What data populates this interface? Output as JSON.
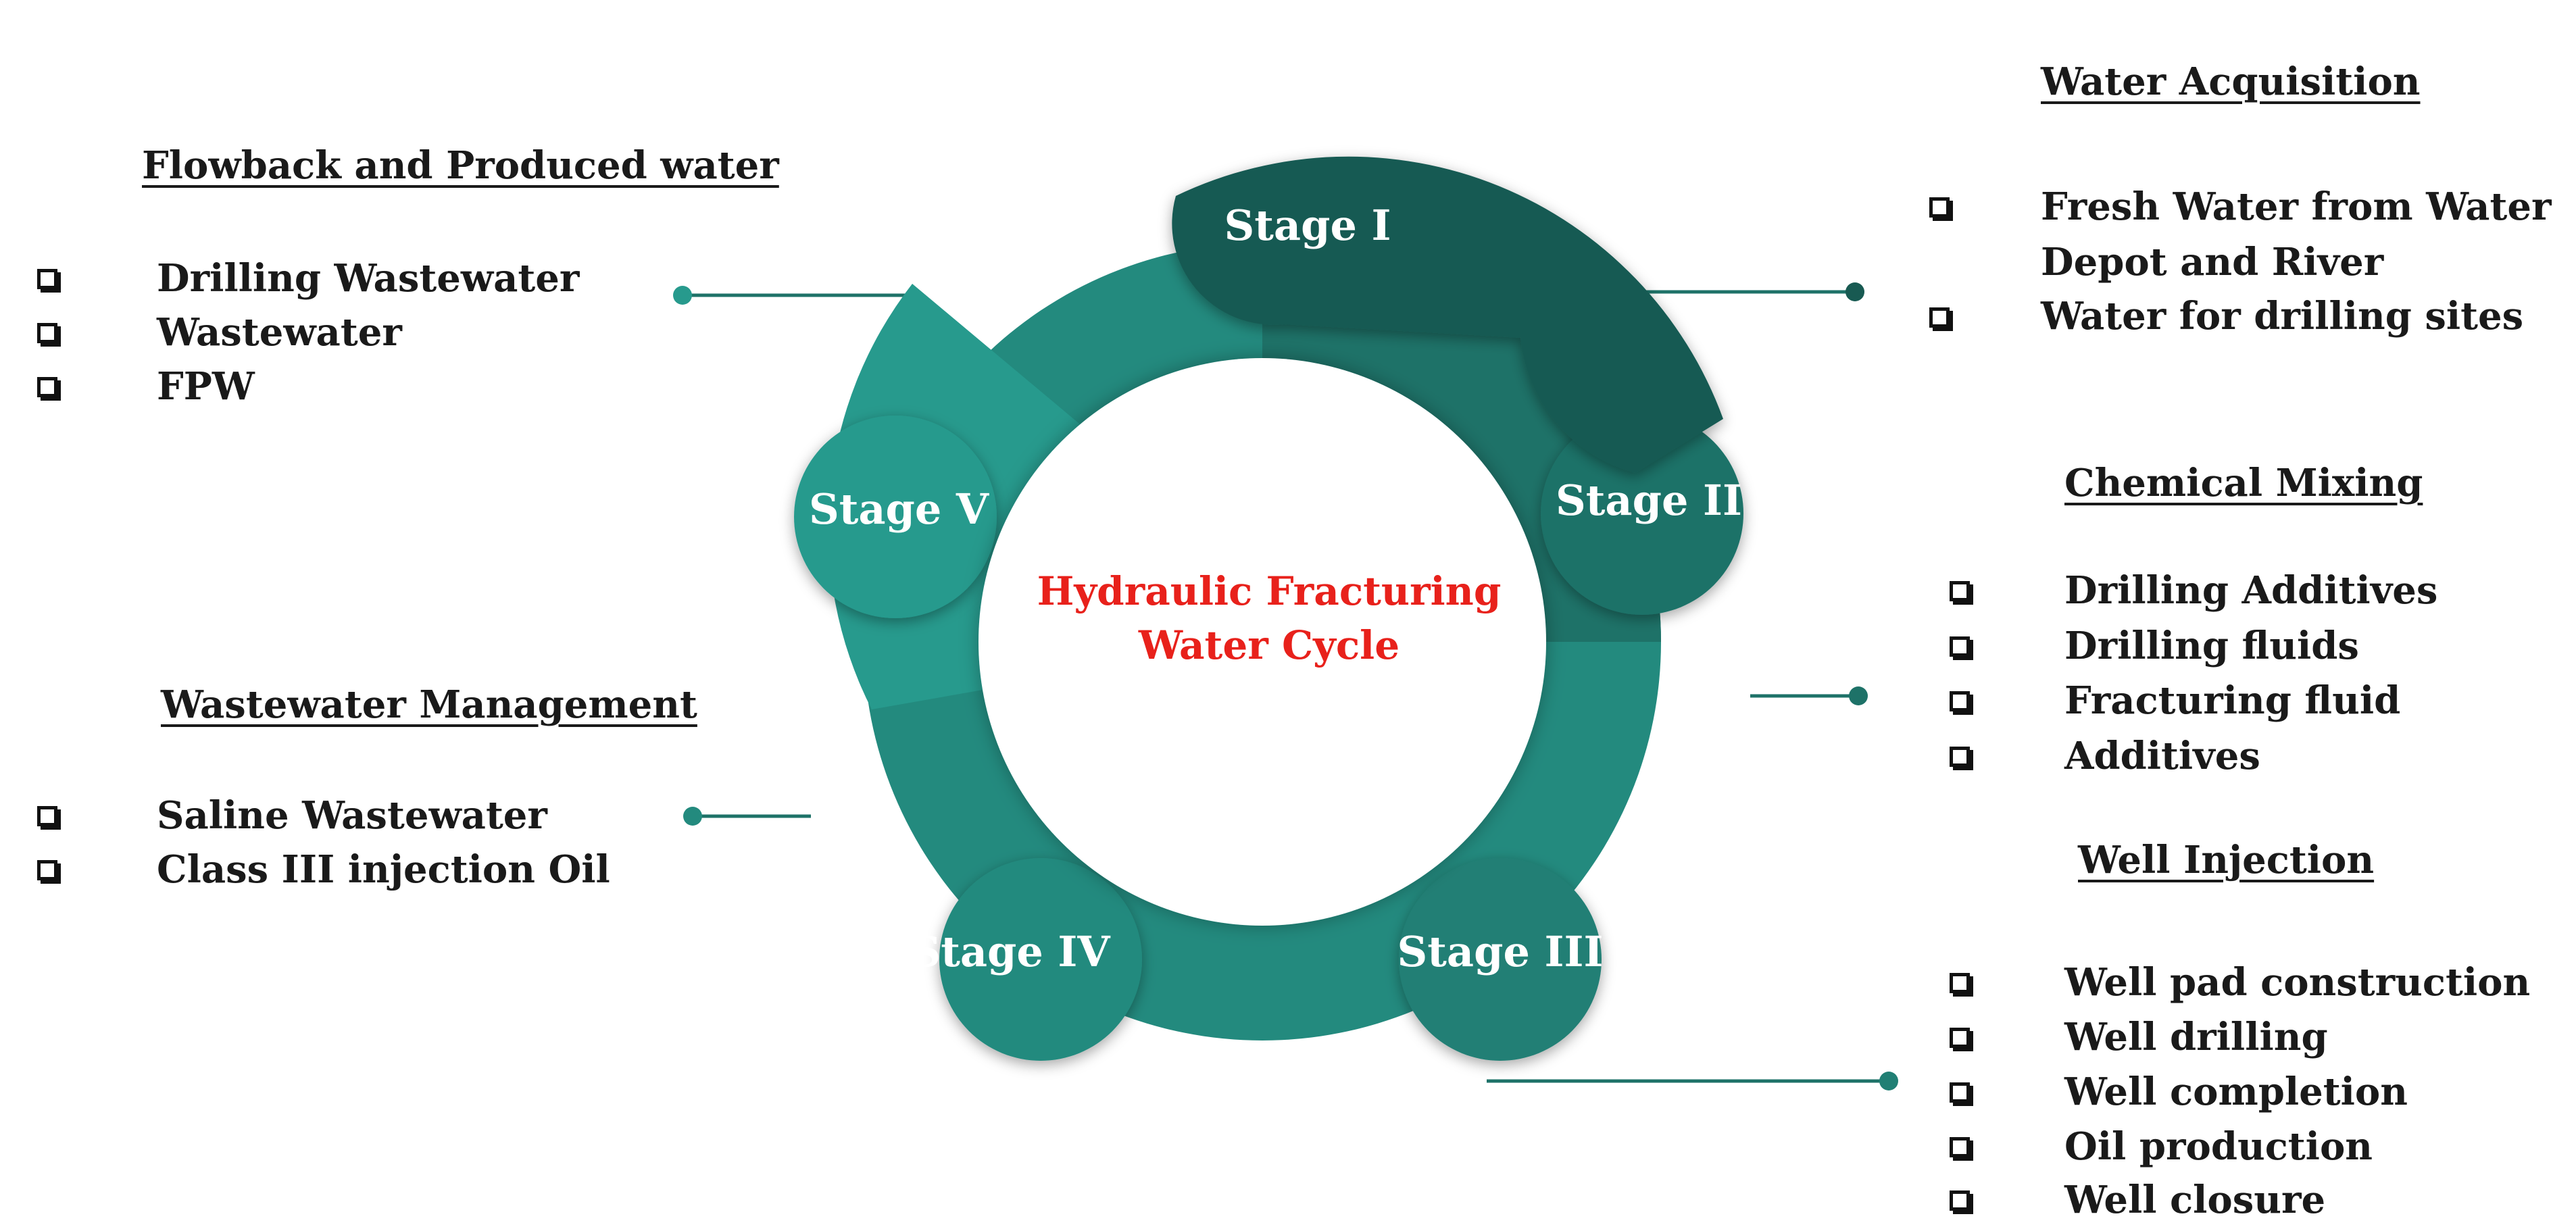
{
  "center": {
    "title_line1": "Hydraulic Fracturing",
    "title_line2": "Water Cycle"
  },
  "stages": [
    {
      "label": "Stage I"
    },
    {
      "label": "Stage II"
    },
    {
      "label": "Stage III"
    },
    {
      "label": "Stage IV"
    },
    {
      "label": "Stage V"
    }
  ],
  "panels": {
    "water_acquisition": {
      "heading": "Water Acquisition",
      "items": [
        "Fresh Water from Water",
        "Depot and River",
        "Water for drilling sites"
      ]
    },
    "chemical_mixing": {
      "heading": "Chemical Mixing",
      "items": [
        "Drilling Additives",
        "Drilling fluids",
        "Fracturing fluid",
        "Additives"
      ]
    },
    "well_injection": {
      "heading": "Well Injection",
      "items": [
        "Well pad construction",
        "Well drilling",
        "Well completion",
        "Oil production",
        "Well closure"
      ]
    },
    "flowback": {
      "heading": "Flowback and Produced water",
      "items": [
        "Drilling Wastewater",
        "Wastewater",
        "FPW"
      ]
    },
    "wastewater_management": {
      "heading": "Wastewater Management",
      "items": [
        "Saline Wastewater",
        "Class III injection Oil"
      ]
    }
  },
  "colors": {
    "stage_1": "#185a52",
    "stage_2": "#1e7268",
    "stage_3": "#217f74",
    "stage_4": "#238a7e",
    "stage_5": "#279a8d",
    "connector": "#1e7268",
    "center_title": "#e8211b"
  }
}
